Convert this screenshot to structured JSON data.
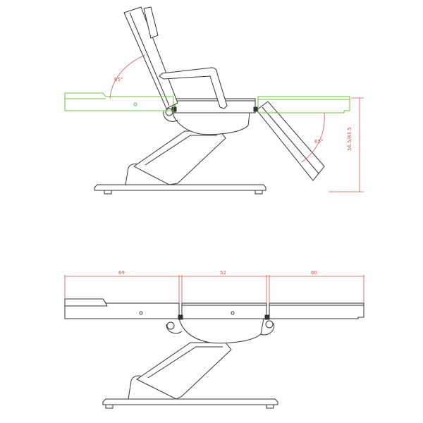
{
  "colors": {
    "outline": "#333333",
    "green": "#6fbf3f",
    "dimension": "#d9534f"
  },
  "top_view": {
    "angle_back": "85°",
    "angle_leg": "65°",
    "height": "56.5/83.5"
  },
  "bottom_view": {
    "segment_head": "69",
    "segment_seat": "52",
    "segment_leg": "60"
  }
}
